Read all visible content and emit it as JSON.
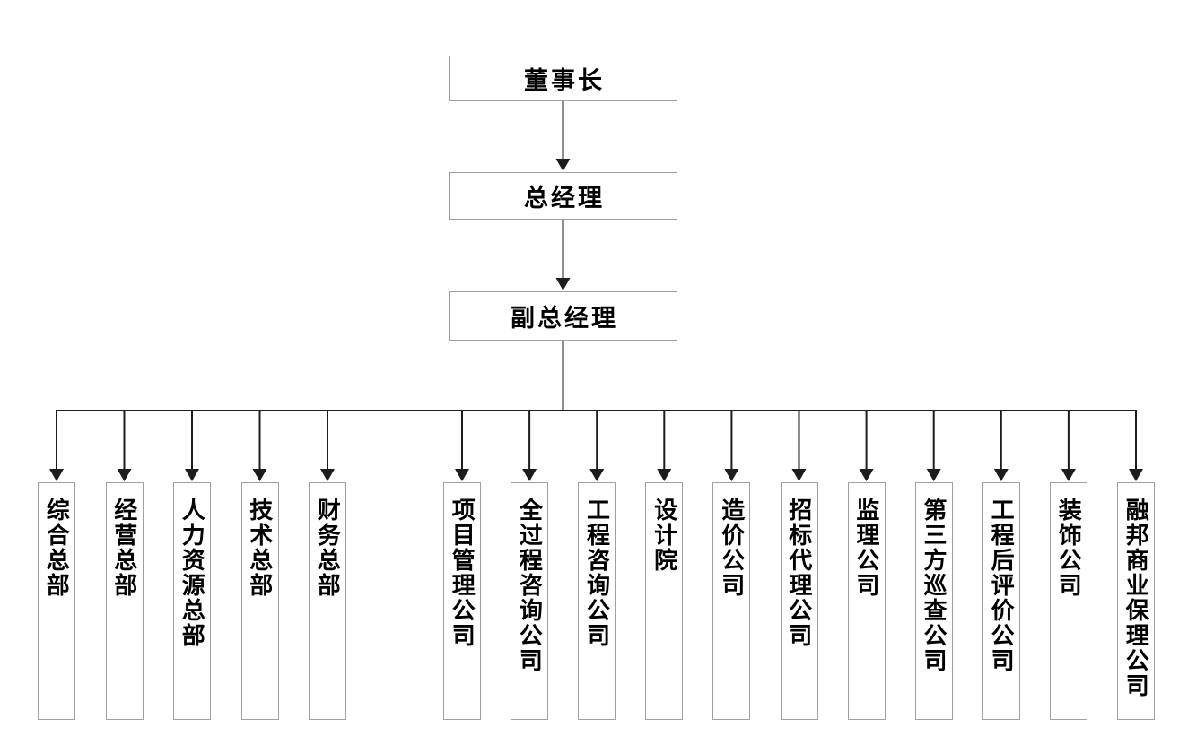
{
  "org": {
    "levels": [
      {
        "id": "chairman",
        "label": "董事长"
      },
      {
        "id": "general-manager",
        "label": "总经理"
      },
      {
        "id": "deputy-general-manager",
        "label": "副总经理"
      }
    ],
    "branches": [
      {
        "id": "comprehensive-hq",
        "label": "综合总部"
      },
      {
        "id": "operations-hq",
        "label": "经营总部"
      },
      {
        "id": "human-resources-hq",
        "label": "人力资源总部"
      },
      {
        "id": "technology-hq",
        "label": "技术总部"
      },
      {
        "id": "finance-hq",
        "label": "财务总部"
      },
      {
        "id": "project-management-company",
        "label": "项目管理公司"
      },
      {
        "id": "whole-process-consulting-company",
        "label": "全过程咨询公司"
      },
      {
        "id": "engineering-consulting-company",
        "label": "工程咨询公司"
      },
      {
        "id": "design-institute",
        "label": "设计院"
      },
      {
        "id": "cost-estimation-company",
        "label": "造价公司"
      },
      {
        "id": "bidding-agency-company",
        "label": "招标代理公司"
      },
      {
        "id": "supervision-company",
        "label": "监理公司"
      },
      {
        "id": "third-party-inspection-company",
        "label": "第三方巡查公司"
      },
      {
        "id": "post-evaluation-company",
        "label": "工程后评价公司"
      },
      {
        "id": "decoration-company",
        "label": "装饰公司"
      },
      {
        "id": "rongbang-commercial-factoring-company",
        "label": "融邦商业保理公司"
      }
    ]
  },
  "colors": {
    "background": "#ffffff",
    "box_border": "#a0a0a0",
    "connector": "#1c1c1c",
    "text": "#000000"
  }
}
